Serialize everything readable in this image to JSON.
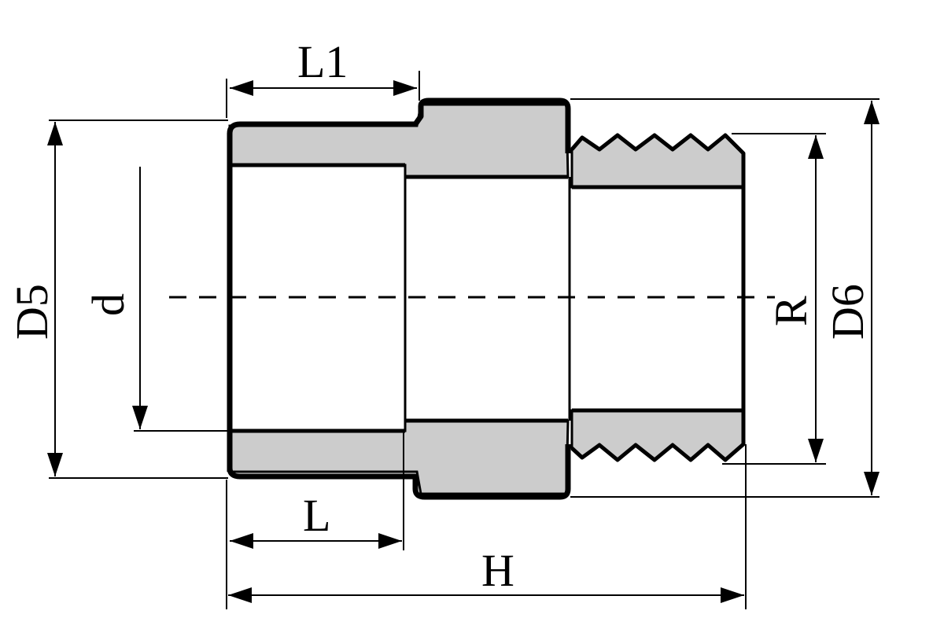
{
  "diagram": {
    "labels": {
      "L1": "L1",
      "L": "L",
      "H": "H",
      "D5": "D5",
      "d": "d",
      "R": "R",
      "D6": "D6"
    },
    "colors": {
      "section_fill": "#cccccc",
      "line": "#000000",
      "background": "#ffffff"
    }
  }
}
